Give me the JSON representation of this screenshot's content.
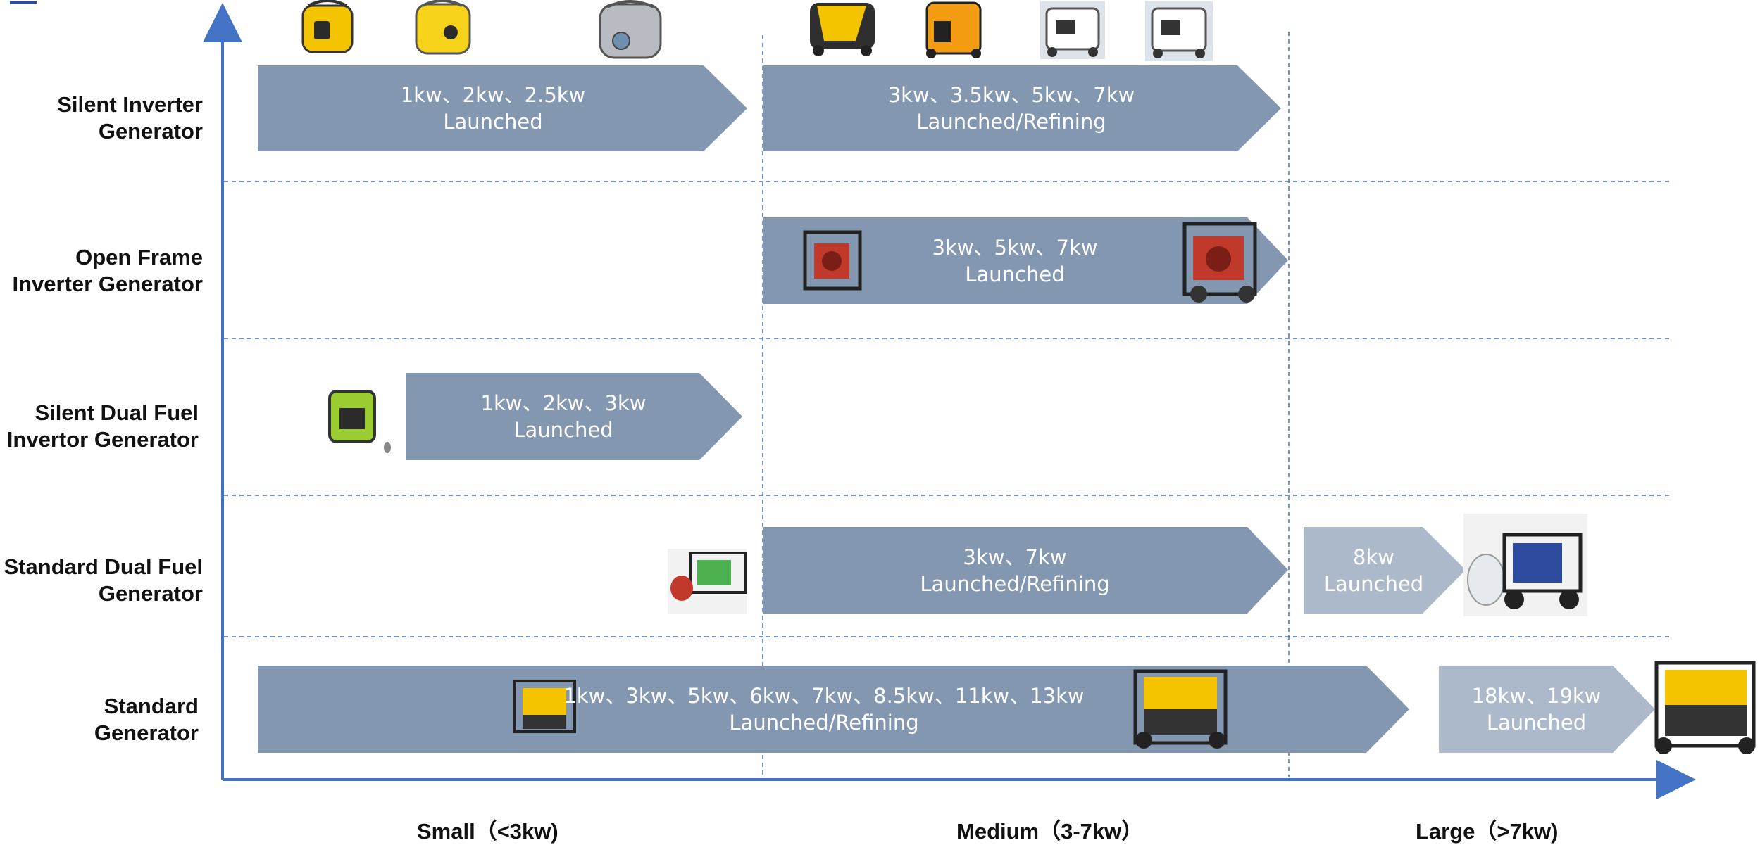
{
  "rows": [
    {
      "label_line1": "Silent Inverter",
      "label_line2": "Generator"
    },
    {
      "label_line1": "Open Frame",
      "label_line2": "Inverter Generator"
    },
    {
      "label_line1": "Silent Dual Fuel",
      "label_line2": "Invertor Generator"
    },
    {
      "label_line1": "Standard Dual Fuel",
      "label_line2": "Generator"
    },
    {
      "label_line1": "Standard",
      "label_line2": "Generator"
    }
  ],
  "arrows": {
    "silent_small": {
      "line1": "1kw、2kw、2.5kw",
      "line2": "Launched"
    },
    "silent_medium": {
      "line1": "3kw、3.5kw、5kw、7kw",
      "line2": "Launched/Refining"
    },
    "openframe_medium": {
      "line1": "3kw、5kw、7kw",
      "line2": "Launched"
    },
    "dualfuel_small": {
      "line1": "1kw、2kw、3kw",
      "line2": "Launched"
    },
    "stddual_medium": {
      "line1": "3kw、7kw",
      "line2": "Launched/Refining"
    },
    "stddual_large": {
      "line1": "8kw",
      "line2": "Launched"
    },
    "standard_main": {
      "line1": "1kw、3kw、5kw、6kw、7kw、8.5kw、11kw、13kw",
      "line2": "Launched/Refining"
    },
    "standard_large": {
      "line1": "18kw、19kw",
      "line2": "Launched"
    }
  },
  "categories": {
    "small": "Small（<3kw)",
    "medium": "Medium（3-7kw）",
    "large": "Large（>7kw)"
  },
  "colors": {
    "arrow_dark": "#8497b0",
    "arrow_light": "#acb9ca",
    "axis": "#4472c4",
    "grid": "#4472c4",
    "generator_yellow": "#f5c400",
    "generator_orange": "#f39c12",
    "generator_red": "#c0392b",
    "generator_blue": "#2e4a9e",
    "generator_gray": "#b8bcc2",
    "generator_green": "#9acd32"
  }
}
